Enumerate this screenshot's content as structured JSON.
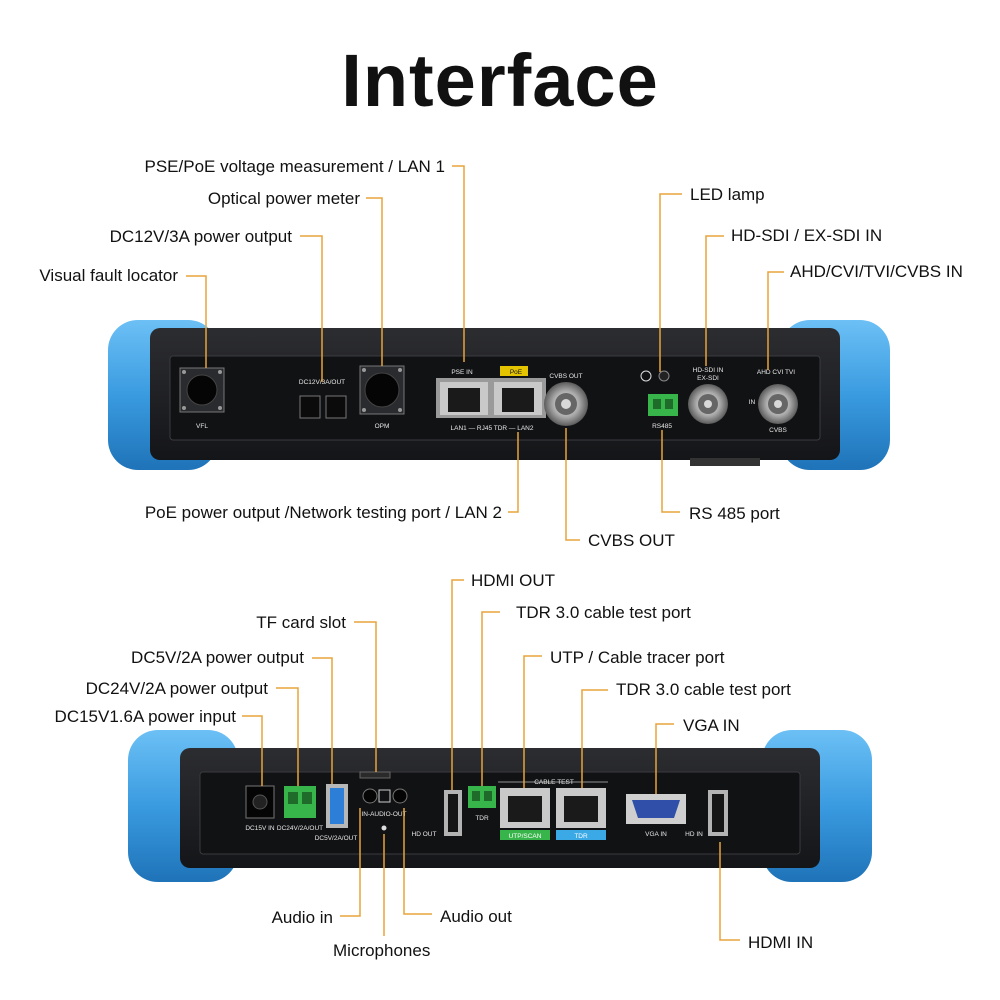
{
  "title": "Interface",
  "top_device": {
    "labels": {
      "pse": "PSE/PoE voltage measurement / LAN 1",
      "opm": "Optical power meter",
      "dc12": "DC12V/3A power output",
      "vfl": "Visual fault locator",
      "led": "LED lamp",
      "sdi": "HD-SDI / EX-SDI IN",
      "ahd": "AHD/CVI/TVI/CVBS IN",
      "poe": "PoE power output /Network testing port / LAN 2",
      "cvbs_out": "CVBS OUT",
      "rs485": "RS 485 port"
    },
    "panel_text": {
      "vfl": "VFL",
      "dc12": "DC12V/3A/OUT",
      "opm": "OPM",
      "pse_in": "PSE IN",
      "poe": "PoE",
      "lan": "LAN1 — RJ45 TDR — LAN2",
      "cvbs_out": "CVBS OUT",
      "rs485": "RS485",
      "sdi": "HD-SDI IN",
      "exsdi": "EX-SDI",
      "ahd": "AHD CVI TVI",
      "in": "IN",
      "cvbs": "CVBS"
    }
  },
  "bottom_device": {
    "labels": {
      "hdmi_out": "HDMI OUT",
      "tf": "TF card slot",
      "tdr1": "TDR 3.0 cable test port",
      "dc5": "DC5V/2A power output",
      "utp": "UTP / Cable tracer port",
      "dc24": "DC24V/2A power output",
      "tdr2": "TDR 3.0 cable test port",
      "dc15": "DC15V1.6A power input",
      "vga": "VGA IN",
      "audio_in": "Audio in",
      "audio_out": "Audio out",
      "mic": "Microphones",
      "hdmi_in": "HDMI IN"
    },
    "panel_text": {
      "dc15": "DC15V IN",
      "dc24": "DC24V/2A/OUT",
      "dc5": "DC5V/2A/OUT",
      "audio": "IN-AUDIO-OUT",
      "hd_out": "HD OUT",
      "tdr": "TDR",
      "cable_test": "CABLE TEST",
      "utp": "UTP/SCAN",
      "tdr2": "TDR",
      "vga": "VGA IN",
      "hd_in": "HD IN"
    }
  },
  "colors": {
    "leader": "#e8a33c",
    "bumper": "#3a9be0",
    "body": "#1e1f22",
    "panel": "#111214"
  }
}
